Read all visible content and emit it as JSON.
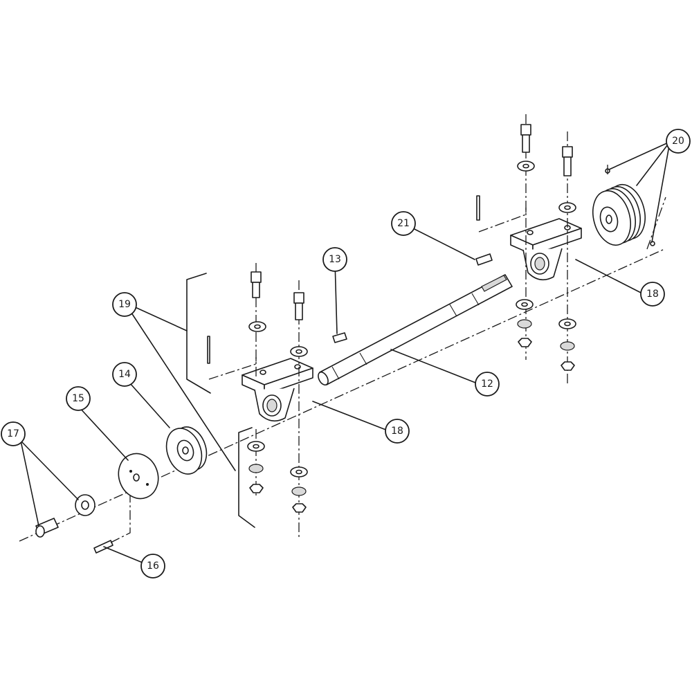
{
  "callouts": {
    "c12": "12",
    "c13": "13",
    "c14": "14",
    "c15": "15",
    "c16": "16",
    "c17": "17",
    "c18a": "18",
    "c18b": "18",
    "c19": "19",
    "c20": "20",
    "c21": "21"
  }
}
